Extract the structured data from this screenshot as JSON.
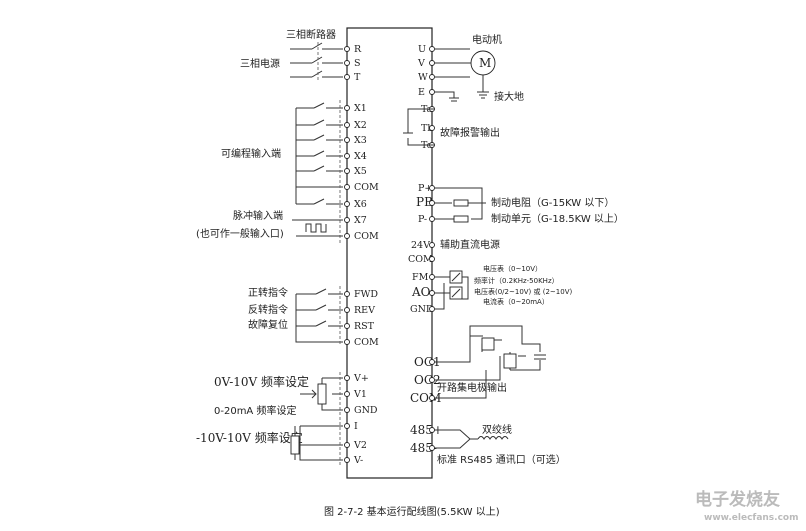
{
  "left": {
    "breaker_label": "三相断路器",
    "supply_label": "三相电源",
    "programmable_label": "可编程输入端",
    "pulse_label": "脉冲输入端",
    "general_input_label": "(也可作一般输入口)",
    "forward_label": "正转指令",
    "reverse_label": "反转指令",
    "fault_reset_label": "故障复位",
    "v_setting_label": "0V-10V 频率设定",
    "ma_setting_label": "0-20mA 频率设定",
    "pm_setting_label": "-10V-10V 频率设定"
  },
  "terminals_left": {
    "R": "R",
    "S": "S",
    "T": "T",
    "X1": "X1",
    "X2": "X2",
    "X3": "X3",
    "X4": "X4",
    "X5": "X5",
    "COM1": "COM",
    "X6": "X6",
    "X7": "X7",
    "COM2": "COM",
    "FWD": "FWD",
    "REV": "REV",
    "RST": "RST",
    "COM3": "COM",
    "Vplus": "V+",
    "V1": "V1",
    "GND": "GND",
    "I": "I",
    "V2": "V2",
    "Vminus": "V-"
  },
  "terminals_right": {
    "U": "U",
    "V": "V",
    "W": "W",
    "E": "E",
    "Ta": "Ta",
    "Tb": "Tb",
    "Tc": "Tc",
    "Pplus": "P+",
    "PB": "PB",
    "Pminus": "P-",
    "V24": "24V",
    "COM": "COM",
    "FM": "FM",
    "AO": "AO",
    "GND": "GND",
    "OC1": "OC1",
    "OC2": "OC2",
    "COM2": "COM",
    "R485plus": "485+",
    "R485minus": "485-"
  },
  "right": {
    "motor_label": "电动机",
    "motor_symbol": "M",
    "ground_label": "接大地",
    "fault_alarm_label": "故障报警输出",
    "brake_resistor_label": "制动电阻（G-15KW 以下）",
    "brake_unit_label": "制动单元（G-18.5KW 以上）",
    "aux_dc_label": "辅助直流电源",
    "voltmeter_label": "电压表（0~10V）",
    "freq_meter_label": "频率计（0.2KHz-50KHz）",
    "volt_meter2_label": "电压表(0/2~10V) 或 (2~10V)",
    "current_meter_label": "电流表（0~20mA）",
    "open_collector_label": "开路集电极输出",
    "twisted_pair_label": "双绞线",
    "rs485_label": "标准 RS485 通讯口（可选）"
  },
  "caption": "图 2-7-2 基本运行配线图(5.5KW 以上)",
  "watermark": {
    "text": "电子发烧友",
    "url": "www.elecfans.com"
  }
}
